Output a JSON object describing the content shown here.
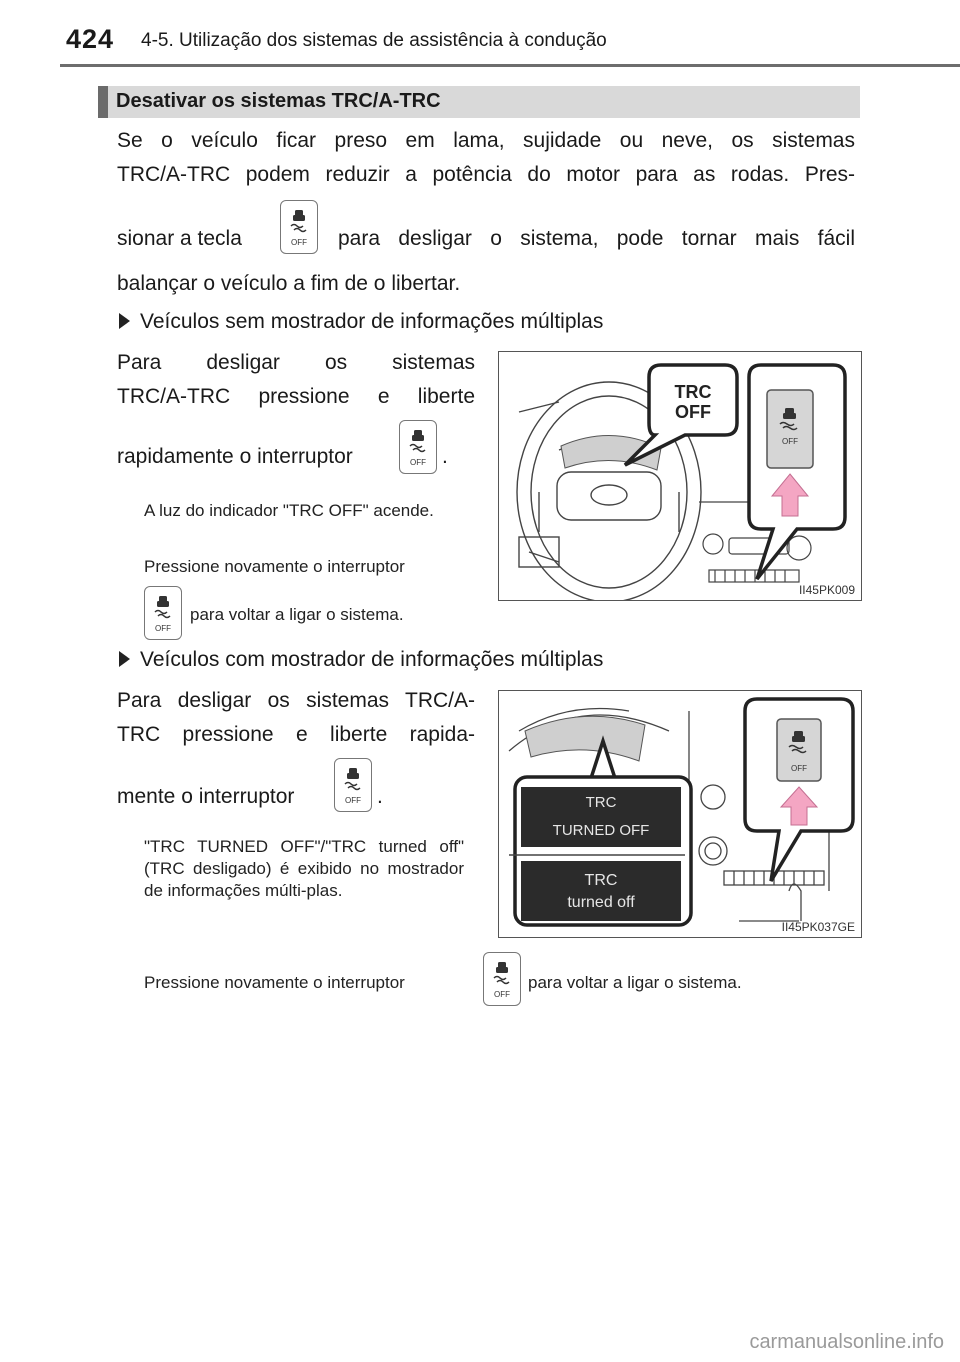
{
  "header": {
    "page_number": "424",
    "chapter_title": "4-5. Utilização dos sistemas de assistência à condução"
  },
  "section": {
    "title": "Desativar os sistemas TRC/A-TRC",
    "intro_lines": [
      "Se o veículo ficar preso em lama, sujidade ou neve, os sistemas",
      "TRC/A-TRC podem reduzir a potência do motor para as rodas. Pres-",
      "sionar a tecla",
      "para desligar o sistema, pode tornar mais fácil",
      "balançar o veículo a fim de o libertar."
    ]
  },
  "case_a": {
    "heading": "Veículos sem mostrador de informações múltiplas",
    "lines": [
      "Para desligar os sistemas",
      "TRC/A-TRC pressione e liberte",
      "rapidamente o interruptor",
      "."
    ],
    "note1": "A luz do indicador \"TRC OFF\" acende.",
    "note2_lines": [
      "Pressione novamente o interruptor",
      "para voltar a ligar o sistema."
    ],
    "figure": {
      "callout_text": [
        "TRC",
        "OFF"
      ],
      "code": "II45PK009"
    }
  },
  "case_b": {
    "heading": "Veículos com mostrador de informações múltiplas",
    "lines": [
      "Para desligar os sistemas TRC/A-",
      "TRC pressione e liberte rapida-",
      "mente o interruptor",
      "."
    ],
    "note1": "\"TRC TURNED OFF\"/\"TRC turned off\" (TRC desligado) é exibido no mostrador de informações múlti-plas.",
    "note2_before": "Pressione novamente o interruptor",
    "note2_after": "para voltar a ligar o sistema.",
    "figure": {
      "display1": [
        "TRC",
        "TURNED OFF"
      ],
      "display2": [
        "TRC",
        "turned off"
      ],
      "code": "II45PK037GE"
    }
  },
  "icons": {
    "key_label": "OFF",
    "key_icon_name": "trc-off-switch-icon"
  },
  "watermark": "carmanualsonline.info",
  "colors": {
    "section_bar": "#d9d9d9",
    "section_accent": "#6b6b6b",
    "arrow_pink": "#f4a6c3",
    "display_dark": "#2b2b2b"
  }
}
